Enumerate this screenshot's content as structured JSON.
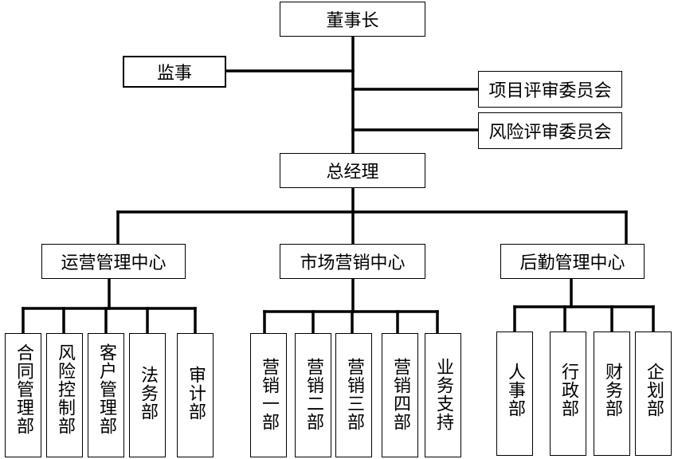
{
  "chairman": "董事长",
  "supervisor": "监事",
  "committees": [
    "项目评审委员会",
    "风险评审委员会"
  ],
  "general_manager": "总经理",
  "centers": [
    {
      "name": "运营管理中心",
      "departments": [
        "合同管理部",
        "风险控制部",
        "客户管理部",
        "法务部",
        "审计部"
      ]
    },
    {
      "name": "市场营销中心",
      "departments": [
        "营销一部",
        "营销二部",
        "营销三部",
        "营销四部",
        "业务支持"
      ]
    },
    {
      "name": "后勤管理中心",
      "departments": [
        "人事部",
        "行政部",
        "财务部",
        "企划部"
      ]
    }
  ]
}
